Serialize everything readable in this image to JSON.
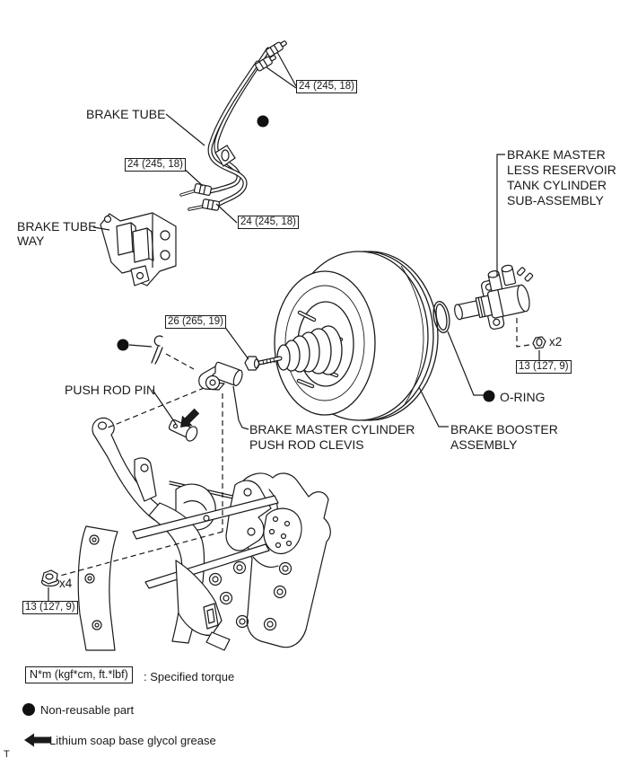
{
  "diagram": {
    "background": "#ffffff",
    "line_color": "#1a1a1a",
    "labels": {
      "brake_tube": "BRAKE TUBE",
      "brake_tube_way": [
        "BRAKE TUBE",
        "WAY"
      ],
      "brake_master_cylinder_sub": [
        "BRAKE MASTER",
        "LESS RESERVOIR",
        "TANK CYLINDER",
        "SUB-ASSEMBLY"
      ],
      "push_rod_pin": "PUSH ROD PIN",
      "push_rod_clevis": [
        "BRAKE MASTER CYLINDER",
        "PUSH ROD CLEVIS"
      ],
      "brake_booster": [
        "BRAKE BOOSTER",
        "ASSEMBLY"
      ],
      "o_ring": "O-RING",
      "qty_x2": "x2",
      "qty_x4": "x4"
    },
    "torque_specs": {
      "brake_tube_upper": "24 (245, 18)",
      "brake_tube_left": "24 (245, 18)",
      "brake_tube_lower": "24 (245, 18)",
      "clevis_locknut": "26 (265, 19)",
      "master_cylinder_nut": "13 (127, 9)",
      "booster_nut": "13 (127, 9)"
    },
    "legend": {
      "torque_unit_box": "N*m (kgf*cm, ft.*lbf)",
      "torque_meaning": ": Specified torque",
      "non_reusable": "Non-reusable part",
      "grease": "Lithium soap base glycol grease"
    },
    "icons": {
      "non_reusable_marker": "black-filled-circle",
      "grease_marker": "black-left-arrow"
    },
    "footer_mark": "T"
  }
}
